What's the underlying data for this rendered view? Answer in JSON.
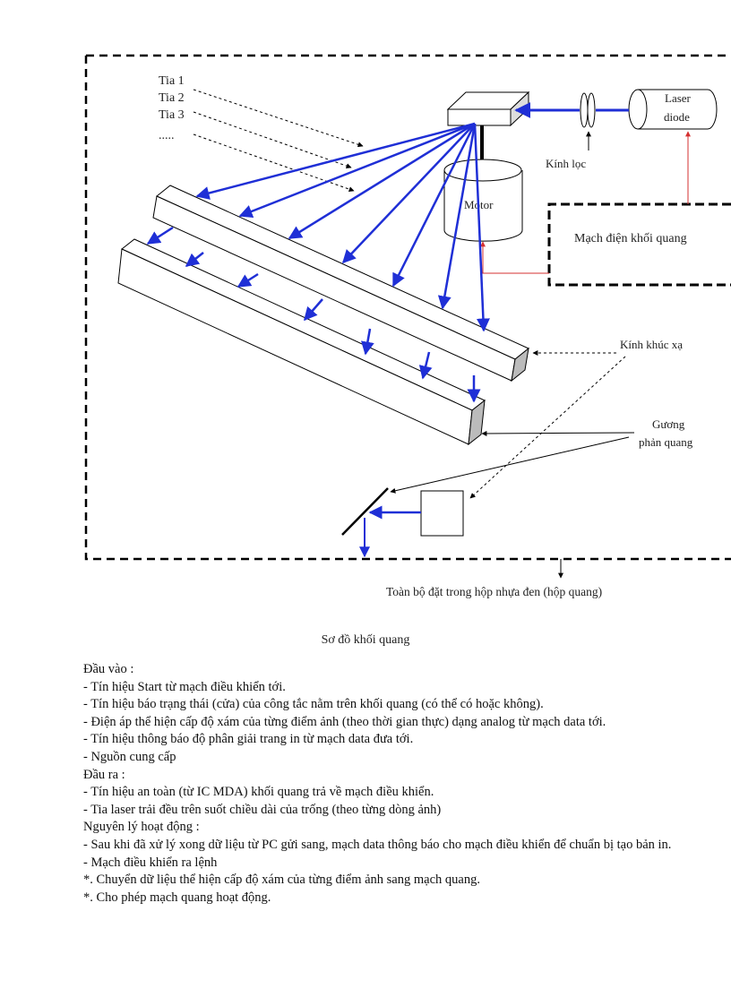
{
  "diagram": {
    "ray_labels": [
      "Tia 1",
      "Tia 2",
      "Tia 3",
      "....."
    ],
    "motor_label": "Motor",
    "laser_label_line1": "Laser",
    "laser_label_line2": "diode",
    "filter_label": "Kính lọc",
    "optical_circuit_label": "Mạch điện khối quang",
    "refraction_glass_label": "Kính khúc xạ",
    "mirror_label_line1": "Gương",
    "mirror_label_line2": "phản quang",
    "housing_label": "Toàn bộ đặt trong hộp nhựa đen (hộp quang)",
    "colors": {
      "beam": "#1f2fd6",
      "signal": "#d43030",
      "outline": "#000000"
    }
  },
  "caption": "Sơ đồ khối quang",
  "paragraphs": [
    "Đầu vào :",
    "- Tín hiệu Start từ mạch điều khiển tới.",
    "- Tín hiệu báo trạng thái (cửa) của công tắc nằm trên khối quang (có thể có hoặc không).",
    "- Điện áp thể hiện cấp độ xám của từng điểm ảnh (theo thời gian thực) dạng analog từ mạch data tới.",
    "- Tín hiệu thông báo độ phân giải trang in từ mạch data đưa tới.",
    "- Nguồn cung cấp",
    "Đầu ra :",
    "- Tín hiệu an toàn (từ IC MDA) khối quang trả về mạch điều khiển.",
    "- Tia laser trải đều trên suốt chiều dài của trống (theo từng dòng ảnh)",
    "Nguyên lý hoạt động :",
    "- Sau khi đã xử lý xong dữ liệu từ PC gửi sang, mạch data thông báo cho mạch điều khiển để chuẩn bị tạo bản in.",
    "- Mạch điều khiển ra lệnh",
    "*. Chuyển dữ liệu thể hiện cấp độ xám của từng điểm ảnh sang mạch quang.",
    "*. Cho phép mạch quang hoạt động."
  ]
}
